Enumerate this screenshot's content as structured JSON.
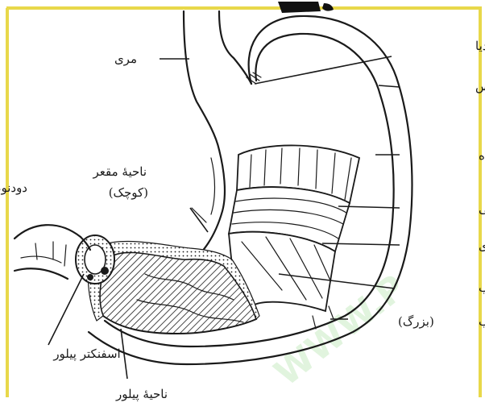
{
  "watermark": "WWW.P",
  "labels": {
    "esophagus": "مری",
    "cardia": "ناحیهٔ کاردیا",
    "fundus": "فوندوس",
    "body": "جسم روده",
    "lesser_curvature_1": "ناحیهٔ مقعر",
    "lesser_curvature_2": "(کوچک)",
    "duodenum": "دودنوم",
    "longitudinal_muscle": "عضلهٔ طولی",
    "circular_muscle": "عضلهٔ حلقوی",
    "oblique_muscle": "عضلهٔ مورب",
    "greater_curvature_1": "ناحیهٔ محدب",
    "greater_curvature_2": "(بزرگ)",
    "pyloric_sphincter": "اسفنکتر پیلور",
    "pyloric_region": "ناحیهٔ پیلور"
  }
}
